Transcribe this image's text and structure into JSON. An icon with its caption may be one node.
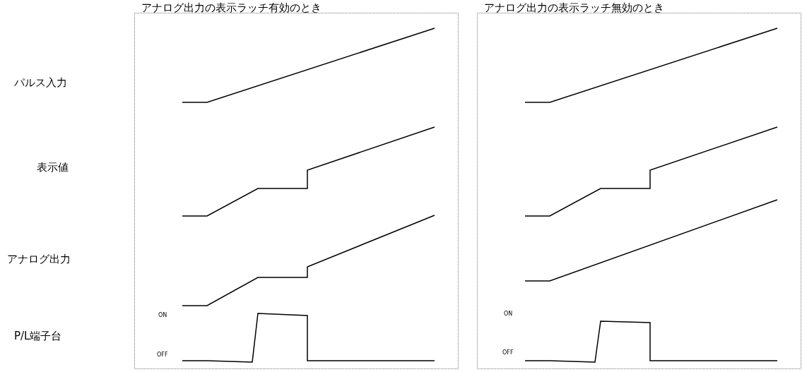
{
  "diagram": {
    "nodes": [
      {
        "text": [
          "アナログ出力の表示ラッチ有効のとき"
        ]
      },
      {
        "text": [
          "アナログ出力の表示ラッチ無効のとき"
        ]
      }
    ],
    "labels": [
      "パルス入力",
      "表示値",
      "アナログ出力",
      "P/L端子台",
      "ON",
      "OFF",
      "ON",
      "OFF"
    ]
  }
}
